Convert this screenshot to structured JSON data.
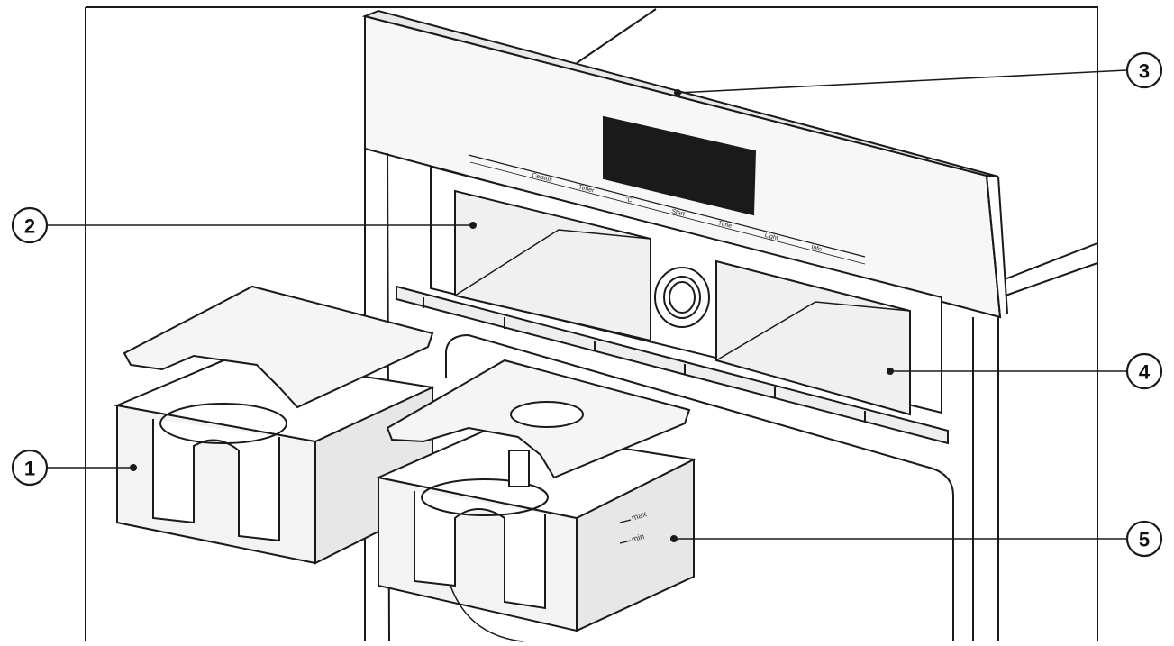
{
  "callouts": [
    {
      "id": "1",
      "label": "1"
    },
    {
      "id": "2",
      "label": "2"
    },
    {
      "id": "3",
      "label": "3"
    },
    {
      "id": "4",
      "label": "4"
    },
    {
      "id": "5",
      "label": "5"
    }
  ],
  "control_panel": {
    "labels": [
      "Celsius",
      "Timer",
      "°C",
      "Start",
      "Time",
      "Light",
      "Info"
    ]
  },
  "tank": {
    "max_label": "max",
    "min_label": "min"
  },
  "colors": {
    "line": "#1a1a1a",
    "fill_light": "#f4f4f4",
    "fill_mid": "#e6e6e6",
    "display": "#1a1a1a"
  }
}
